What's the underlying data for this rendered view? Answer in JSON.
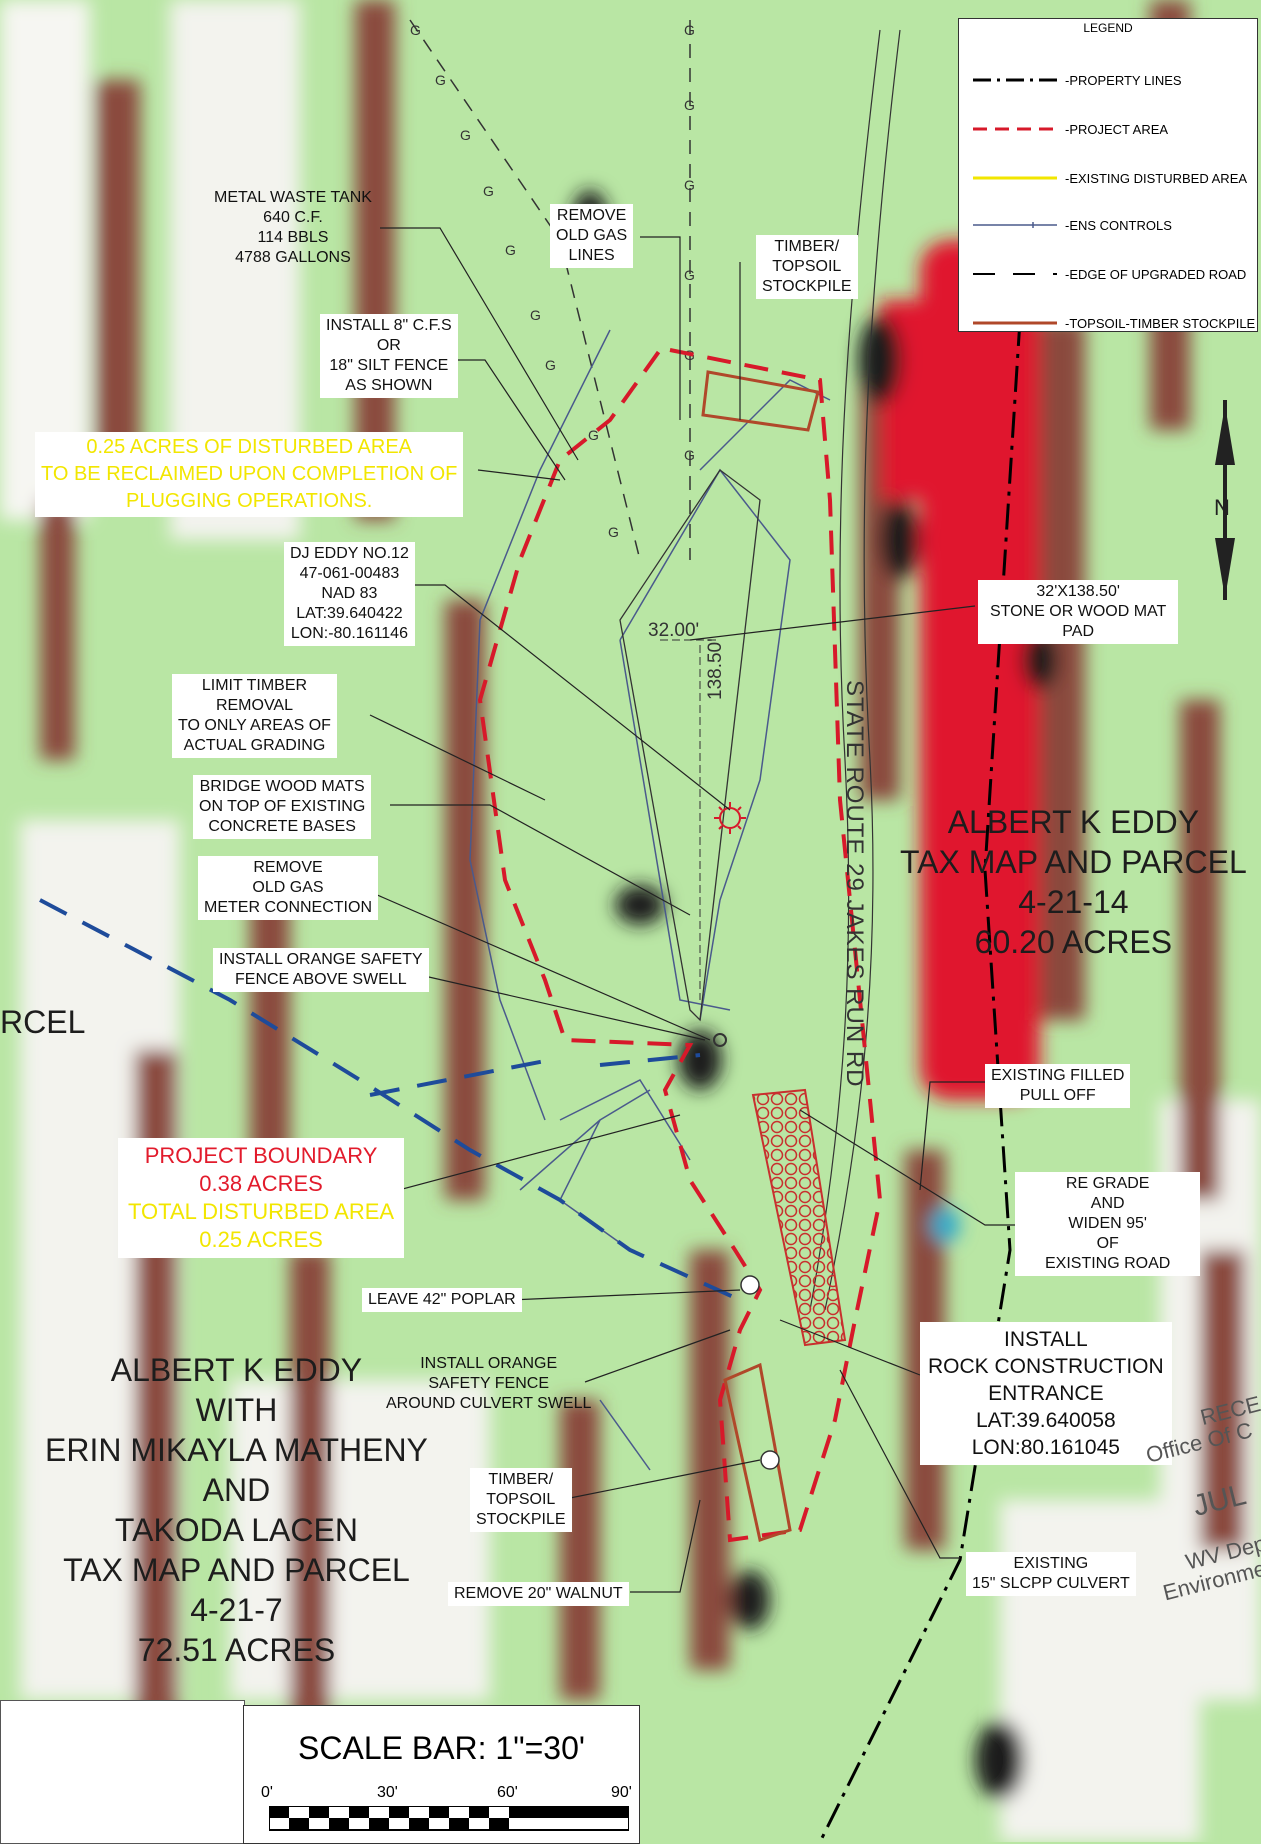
{
  "legend": {
    "title": "LEGEND",
    "items": [
      {
        "label": "-PROPERTY LINES",
        "color": "#000000",
        "style": "dash-dot"
      },
      {
        "label": "-PROJECT AREA",
        "color": "#d7192a",
        "style": "dashed"
      },
      {
        "label": "-EXISTING DISTURBED AREA",
        "color": "#f2e600",
        "style": "solid"
      },
      {
        "label": "-ENS CONTROLS",
        "color": "#4a5a8c",
        "style": "solid-tick"
      },
      {
        "label": "-EDGE OF UPGRADED ROAD",
        "color": "#000000",
        "style": "long-dash"
      },
      {
        "label": "-TOPSOIL-TIMBER STOCKPILE",
        "color": "#b0482a",
        "style": "solid"
      }
    ]
  },
  "labels": {
    "metal_tank": [
      "METAL WASTE TANK",
      "640 C.F.",
      "114 BBLS",
      "4788 GALLONS"
    ],
    "remove_gas_lines": [
      "REMOVE",
      "OLD GAS",
      "LINES"
    ],
    "timber_top": [
      "TIMBER/",
      "TOPSOIL",
      "STOCKPILE"
    ],
    "silt_fence": [
      "INSTALL 8\" C.F.S",
      "OR",
      "18\" SILT FENCE",
      "AS SHOWN"
    ],
    "disturbed_reclaim": [
      "0.25 ACRES OF DISTURBED AREA",
      "TO BE RECLAIMED UPON COMPLETION OF",
      "PLUGGING OPERATIONS."
    ],
    "well": [
      "DJ EDDY NO.12",
      "47-061-00483",
      "NAD 83",
      "LAT:39.640422",
      "LON:-80.161146"
    ],
    "mat_pad": [
      "32'X138.50'",
      "STONE OR WOOD MAT",
      "PAD"
    ],
    "limit_timber": [
      "LIMIT TIMBER",
      "REMOVAL",
      "TO ONLY AREAS OF",
      "ACTUAL GRADING"
    ],
    "bridge_mats": [
      "BRIDGE WOOD MATS",
      "ON TOP OF EXISTING",
      "CONCRETE BASES"
    ],
    "remove_meter": [
      "REMOVE",
      "OLD GAS",
      "METER CONNECTION"
    ],
    "orange_fence_swell": [
      "INSTALL ORANGE SAFETY",
      "FENCE ABOVE SWELL"
    ],
    "filled_pulloff": [
      "EXISTING FILLED",
      "PULL OFF"
    ],
    "regrade": [
      "RE GRADE",
      "AND",
      "WIDEN 95'",
      "OF",
      "EXISTING ROAD"
    ],
    "project_boundary": {
      "red": [
        "PROJECT BOUNDARY",
        "0.38 ACRES"
      ],
      "yellow": [
        "TOTAL DISTURBED AREA",
        "0.25 ACRES"
      ]
    },
    "poplar": "LEAVE 42\" POPLAR",
    "culvert_fence": [
      "INSTALL ORANGE",
      "SAFETY FENCE",
      "AROUND CULVERT SWELL"
    ],
    "rock_entrance": [
      "INSTALL",
      "ROCK CONSTRUCTION",
      "ENTRANCE",
      "LAT:39.640058",
      "LON:80.161045"
    ],
    "timber_bottom": [
      "TIMBER/",
      "TOPSOIL",
      "STOCKPILE"
    ],
    "walnut": "REMOVE 20\" WALNUT",
    "culvert": [
      "EXISTING",
      "15\" SLCPP CULVERT"
    ]
  },
  "parcels": {
    "east": [
      "ALBERT K EDDY",
      "TAX MAP AND PARCEL",
      "4-21-14",
      "60.20 ACRES"
    ],
    "west": [
      "ALBERT K EDDY",
      "WITH",
      "ERIN MIKAYLA MATHENY",
      "AND",
      "TAKODA LACEN",
      "TAX MAP AND PARCEL",
      "4-21-7",
      "72.51 ACRES"
    ],
    "left_edge": "RCEL"
  },
  "road_label": "STATE ROUTE 29 JAKES RUN RD",
  "dims": {
    "width": "32.00'",
    "length": "138.50'"
  },
  "north": "N",
  "scale": {
    "title": "SCALE BAR: 1\"=30'",
    "ticks": [
      "0'",
      "30'",
      "60'",
      "90'"
    ]
  },
  "stamp": {
    "line1": "RECE",
    "line2": "Office Of C",
    "month": "JUL",
    "dept": "WV Dep",
    "dept2": "Environme"
  },
  "colors": {
    "grass": "#b9e6a4",
    "woods": "#8a4a3c",
    "clearing": "#ffffff",
    "parcel_red": "#e0182e",
    "project_red": "#d7192a"
  }
}
